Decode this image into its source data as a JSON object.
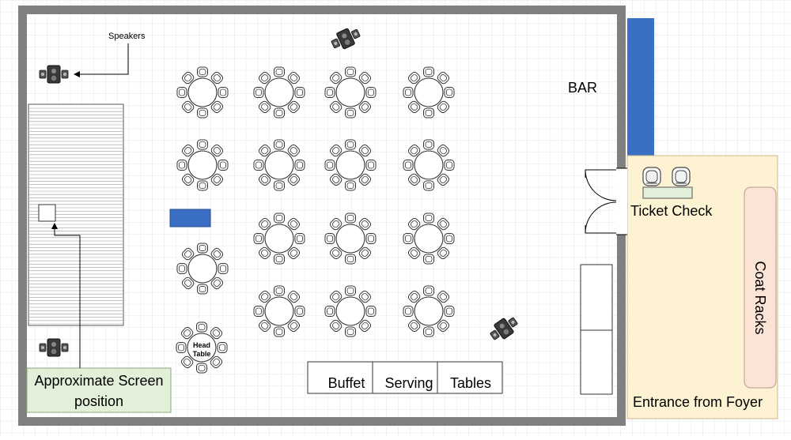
{
  "labels": {
    "speakers": "Speakers",
    "bar": "BAR",
    "ticket_check": "Ticket Check",
    "coat_racks": "Coat Racks",
    "entrance": "Entrance from Foyer",
    "screen_line1": "Approximate Screen",
    "screen_line2": "position",
    "buffet": "Buffet",
    "serving": "Serving",
    "tables": "Tables",
    "head_line1": "Head",
    "head_line2": "Table"
  },
  "colors": {
    "wall": "#808080",
    "grid": "#e4e4e4",
    "bar": "#3b6fc4",
    "foyer": "#fdf3d2",
    "coat_rack": "#fbe3d6",
    "screen_label": "#e2efd9",
    "ticket_table": "#e2efd9"
  },
  "icons": {
    "speaker": "speaker-icon",
    "chair": "chair-icon",
    "door": "door-icon",
    "table": "round-table-icon"
  }
}
